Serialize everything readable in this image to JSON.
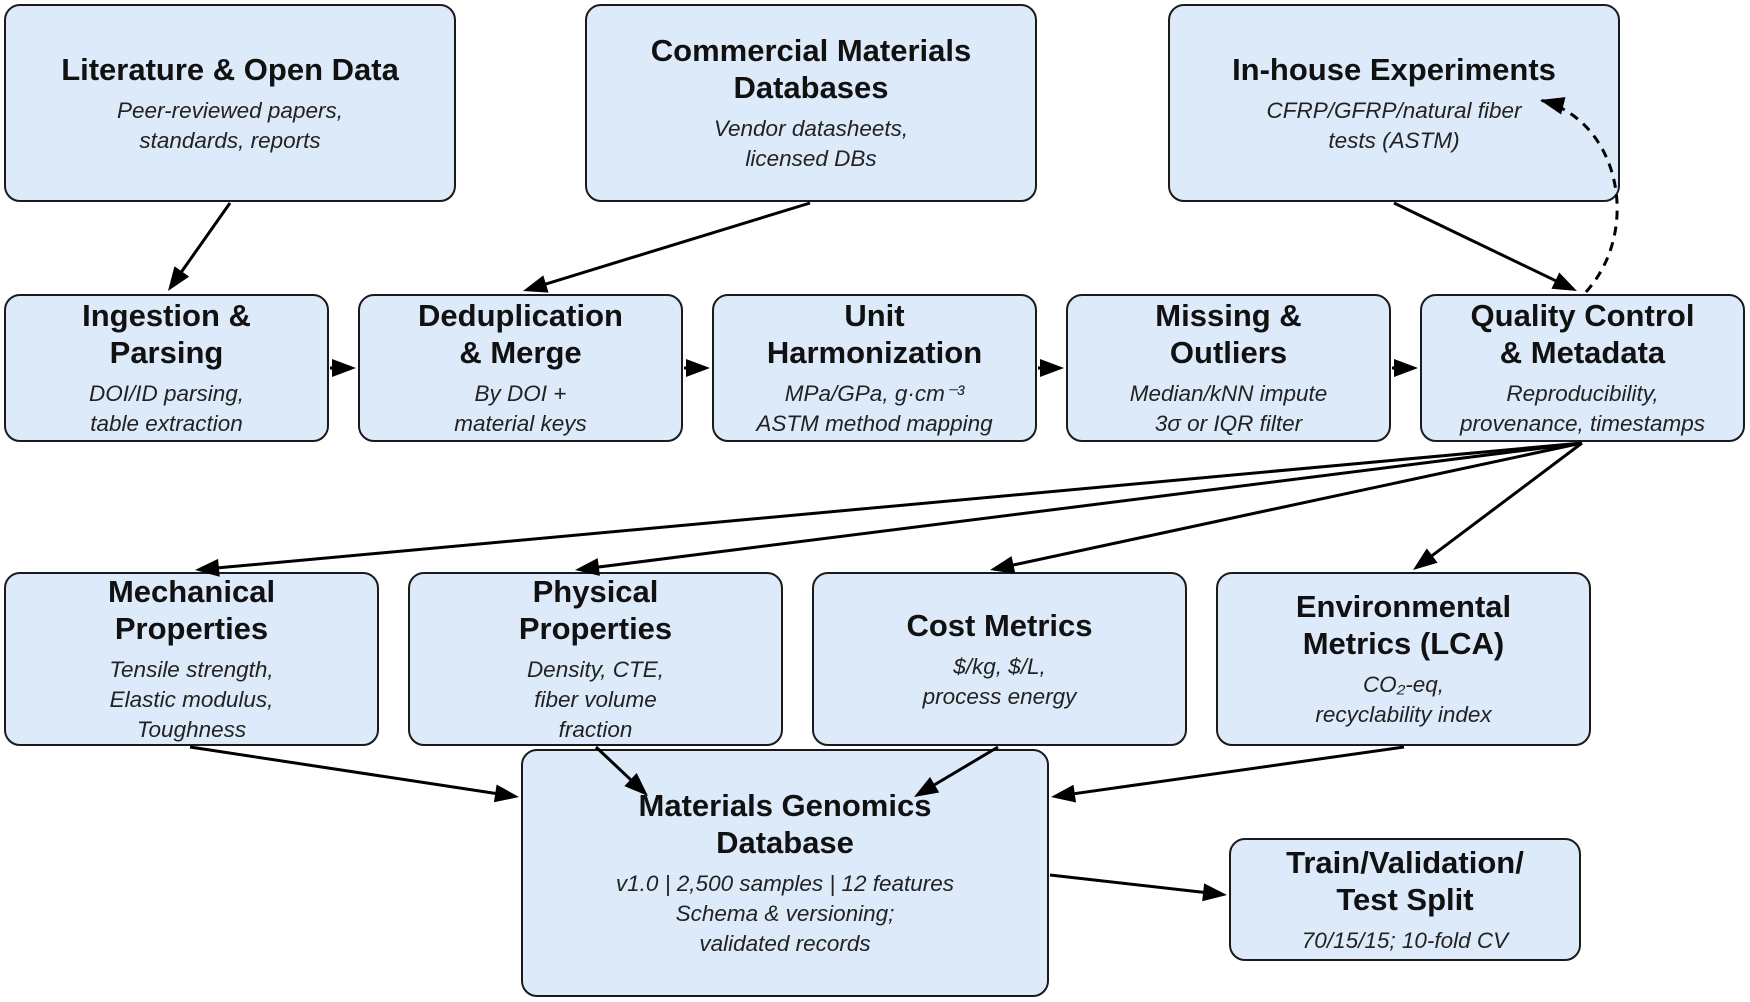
{
  "nodes": {
    "literature": {
      "title": "Literature & Open Data",
      "subtitle": "Peer-reviewed papers,\nstandards, reports"
    },
    "commercial": {
      "title": "Commercial Materials\nDatabases",
      "subtitle": "Vendor datasheets,\nlicensed DBs"
    },
    "inhouse": {
      "title": "In-house Experiments",
      "subtitle": "CFRP/GFRP/natural fiber\ntests (ASTM)"
    },
    "ingestion": {
      "title": "Ingestion &\nParsing",
      "subtitle": "DOI/ID parsing,\ntable extraction"
    },
    "dedup": {
      "title": "Deduplication\n& Merge",
      "subtitle": "By DOI +\nmaterial keys"
    },
    "unit": {
      "title": "Unit\nHarmonization",
      "subtitle": "MPa/GPa, g·cm⁻³\nASTM method mapping"
    },
    "missing": {
      "title": "Missing &\nOutliers",
      "subtitle": "Median/kNN impute\n3σ or IQR filter"
    },
    "quality": {
      "title": "Quality Control\n& Metadata",
      "subtitle": "Reproducibility,\nprovenance, timestamps"
    },
    "mechanical": {
      "title": "Mechanical\nProperties",
      "subtitle": "Tensile strength,\nElastic modulus,\nToughness"
    },
    "physical": {
      "title": "Physical\nProperties",
      "subtitle": "Density, CTE,\nfiber volume\nfraction"
    },
    "cost": {
      "title": "Cost Metrics",
      "subtitle": "$/kg, $/L,\nprocess energy"
    },
    "environmental": {
      "title": "Environmental\nMetrics (LCA)",
      "subtitle": "CO₂-eq,\nrecyclability index"
    },
    "genomics": {
      "title": "Materials Genomics\nDatabase",
      "subtitle": "v1.0 | 2,500 samples | 12 features\nSchema & versioning;\nvalidated records"
    },
    "split": {
      "title": "Train/Validation/\nTest Split",
      "subtitle": "70/15/15; 10-fold CV"
    }
  },
  "edges": [
    {
      "from": "literature",
      "to": "ingestion",
      "style": "solid"
    },
    {
      "from": "commercial",
      "to": "dedup",
      "style": "solid"
    },
    {
      "from": "inhouse",
      "to": "quality",
      "style": "solid"
    },
    {
      "from": "ingestion",
      "to": "dedup",
      "style": "solid"
    },
    {
      "from": "dedup",
      "to": "unit",
      "style": "solid"
    },
    {
      "from": "unit",
      "to": "missing",
      "style": "solid"
    },
    {
      "from": "missing",
      "to": "quality",
      "style": "solid"
    },
    {
      "from": "quality",
      "to": "inhouse",
      "style": "dashed"
    },
    {
      "from": "quality",
      "to": "mechanical",
      "style": "solid"
    },
    {
      "from": "quality",
      "to": "physical",
      "style": "solid"
    },
    {
      "from": "quality",
      "to": "cost",
      "style": "solid"
    },
    {
      "from": "quality",
      "to": "environmental",
      "style": "solid"
    },
    {
      "from": "mechanical",
      "to": "genomics",
      "style": "solid"
    },
    {
      "from": "physical",
      "to": "genomics",
      "style": "solid"
    },
    {
      "from": "cost",
      "to": "genomics",
      "style": "solid"
    },
    {
      "from": "environmental",
      "to": "genomics",
      "style": "solid"
    },
    {
      "from": "genomics",
      "to": "split",
      "style": "solid"
    }
  ],
  "colors": {
    "box_fill": "#ddeafa",
    "box_border": "#1a1a1a",
    "arrow": "#000000"
  }
}
